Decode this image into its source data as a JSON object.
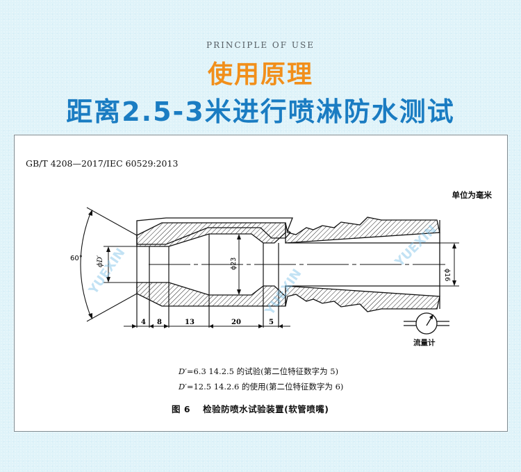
{
  "header": {
    "subtitle_en": "PRINCIPLE OF USE",
    "title_cn": "使用原理",
    "headline_cn": "距离2.5-3米进行喷淋防水测试",
    "colors": {
      "background": "#dff3f9",
      "title": "#f18f1b",
      "headline": "#1a7cc2",
      "subtitle": "#555d63"
    }
  },
  "figure": {
    "standard_code": "GB/T  4208—2017/IEC 60529:2013",
    "unit_note": "单位为毫米",
    "drawing": {
      "angle_label": "60°",
      "inner_diameter_label": "ϕD′",
      "chamber_diameter_label": "ϕ23",
      "outlet_diameter_label": "ϕ16",
      "segment_lengths": [
        "4",
        "8",
        "13",
        "20",
        "5"
      ]
    },
    "flowmeter_label": "流量计",
    "notes": [
      {
        "var": "D′",
        "text": "=6.3 14.2.5 的试验(第二位特征数字为 5)"
      },
      {
        "var": "D′",
        "text": "=12.5 14.2.6 的使用(第二位特征数字为 6)"
      }
    ],
    "caption": {
      "number": "图 6",
      "title": "检验防喷水试验装置(软管喷嘴)"
    },
    "watermark": "YUEXIN"
  }
}
